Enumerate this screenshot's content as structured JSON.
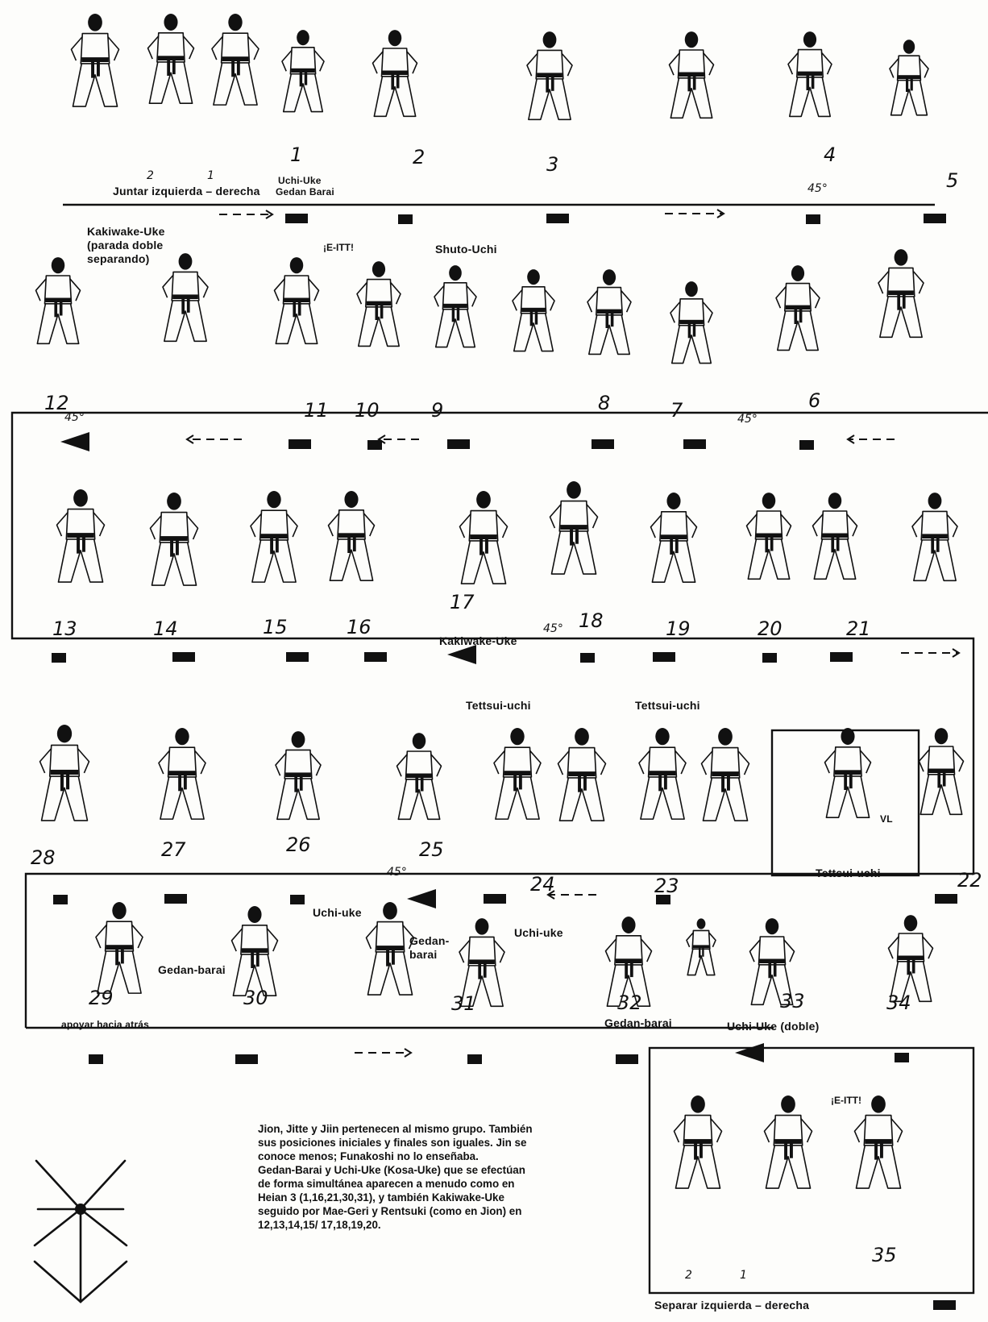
{
  "rows": [
    {
      "labels": [
        {
          "id": "juntar",
          "text": "Juntar izquierda – derecha"
        },
        {
          "id": "uchi-uke-gedan-1",
          "text": "Uchi-Uke"
        },
        {
          "id": "uchi-uke-gedan-2",
          "text": "Gedan Barai"
        }
      ],
      "figure_numbers": [
        "1",
        "2",
        "3",
        "4",
        "5"
      ],
      "angle": "45°",
      "foot_marks": [
        "2",
        "1"
      ]
    },
    {
      "labels": [
        {
          "id": "kakiwake-1",
          "text": "Kakiwake-Uke"
        },
        {
          "id": "kakiwake-2",
          "text": "(parada doble"
        },
        {
          "id": "kakiwake-3",
          "text": "separando)"
        },
        {
          "id": "shuto",
          "text": "Shuto-Uchi"
        }
      ],
      "kiai": "¡E-ITT!",
      "figure_numbers": [
        "12",
        "11",
        "10",
        "9",
        "8",
        "7",
        "6"
      ],
      "angles": [
        "45°",
        "45°"
      ]
    },
    {
      "labels": [
        {
          "id": "kakiwake-17",
          "text": "Kakiwake-Uke"
        }
      ],
      "figure_numbers": [
        "13",
        "14",
        "15",
        "16",
        "17",
        "18",
        "19",
        "20",
        "21"
      ],
      "angle": "45°"
    },
    {
      "labels": [
        {
          "id": "tettsui-a",
          "text": "Tettsui-uchi"
        },
        {
          "id": "tettsui-b",
          "text": "Tettsui-uchi"
        },
        {
          "id": "tettsui-c",
          "text": "Tettsui-uchi"
        },
        {
          "id": "vl",
          "text": "VL"
        }
      ],
      "figure_numbers": [
        "28",
        "27",
        "26",
        "25",
        "24",
        "23",
        "22"
      ],
      "angle": "45°"
    },
    {
      "labels": [
        {
          "id": "apoyar",
          "text": "apoyar hacia atrás"
        },
        {
          "id": "gedan-30",
          "text": "Gedan-barai"
        },
        {
          "id": "uchi-uke-30",
          "text": "Uchi-uke"
        },
        {
          "id": "gedan-31a",
          "text": "Gedan-"
        },
        {
          "id": "gedan-31b",
          "text": "barai"
        },
        {
          "id": "uchi-uke-31",
          "text": "Uchi-uke"
        },
        {
          "id": "gedan-32",
          "text": "Gedan-barai"
        },
        {
          "id": "uchi-uke-doble",
          "text": "Uchi-Uke (doble)"
        }
      ],
      "figure_numbers": [
        "29",
        "30",
        "31",
        "32",
        "33",
        "34"
      ]
    },
    {
      "labels": [
        {
          "id": "separar",
          "text": "Separar izquierda – derecha"
        }
      ],
      "kiai": "¡E-ITT!",
      "figure_numbers": [
        "35"
      ],
      "foot_marks": [
        "2",
        "1"
      ]
    }
  ],
  "note": [
    "Jion, Jitte y Jiin pertenecen al mismo grupo. También",
    "sus posiciones iniciales y finales son iguales. Jin se",
    "conoce menos; Funakoshi no lo enseñaba.",
    "Gedan-Barai y Uchi-Uke (Kosa-Uke) que se efectúan",
    "de forma simultánea aparecen a menudo como en",
    "Heian 3 (1,16,21,30,31), y también Kakiwake-Uke",
    "seguido por Mae-Geri y Rentsuki (como en Jion) en",
    "12,13,14,15/ 17,18,19,20."
  ],
  "icons": [
    "kata-diagram-icon"
  ]
}
